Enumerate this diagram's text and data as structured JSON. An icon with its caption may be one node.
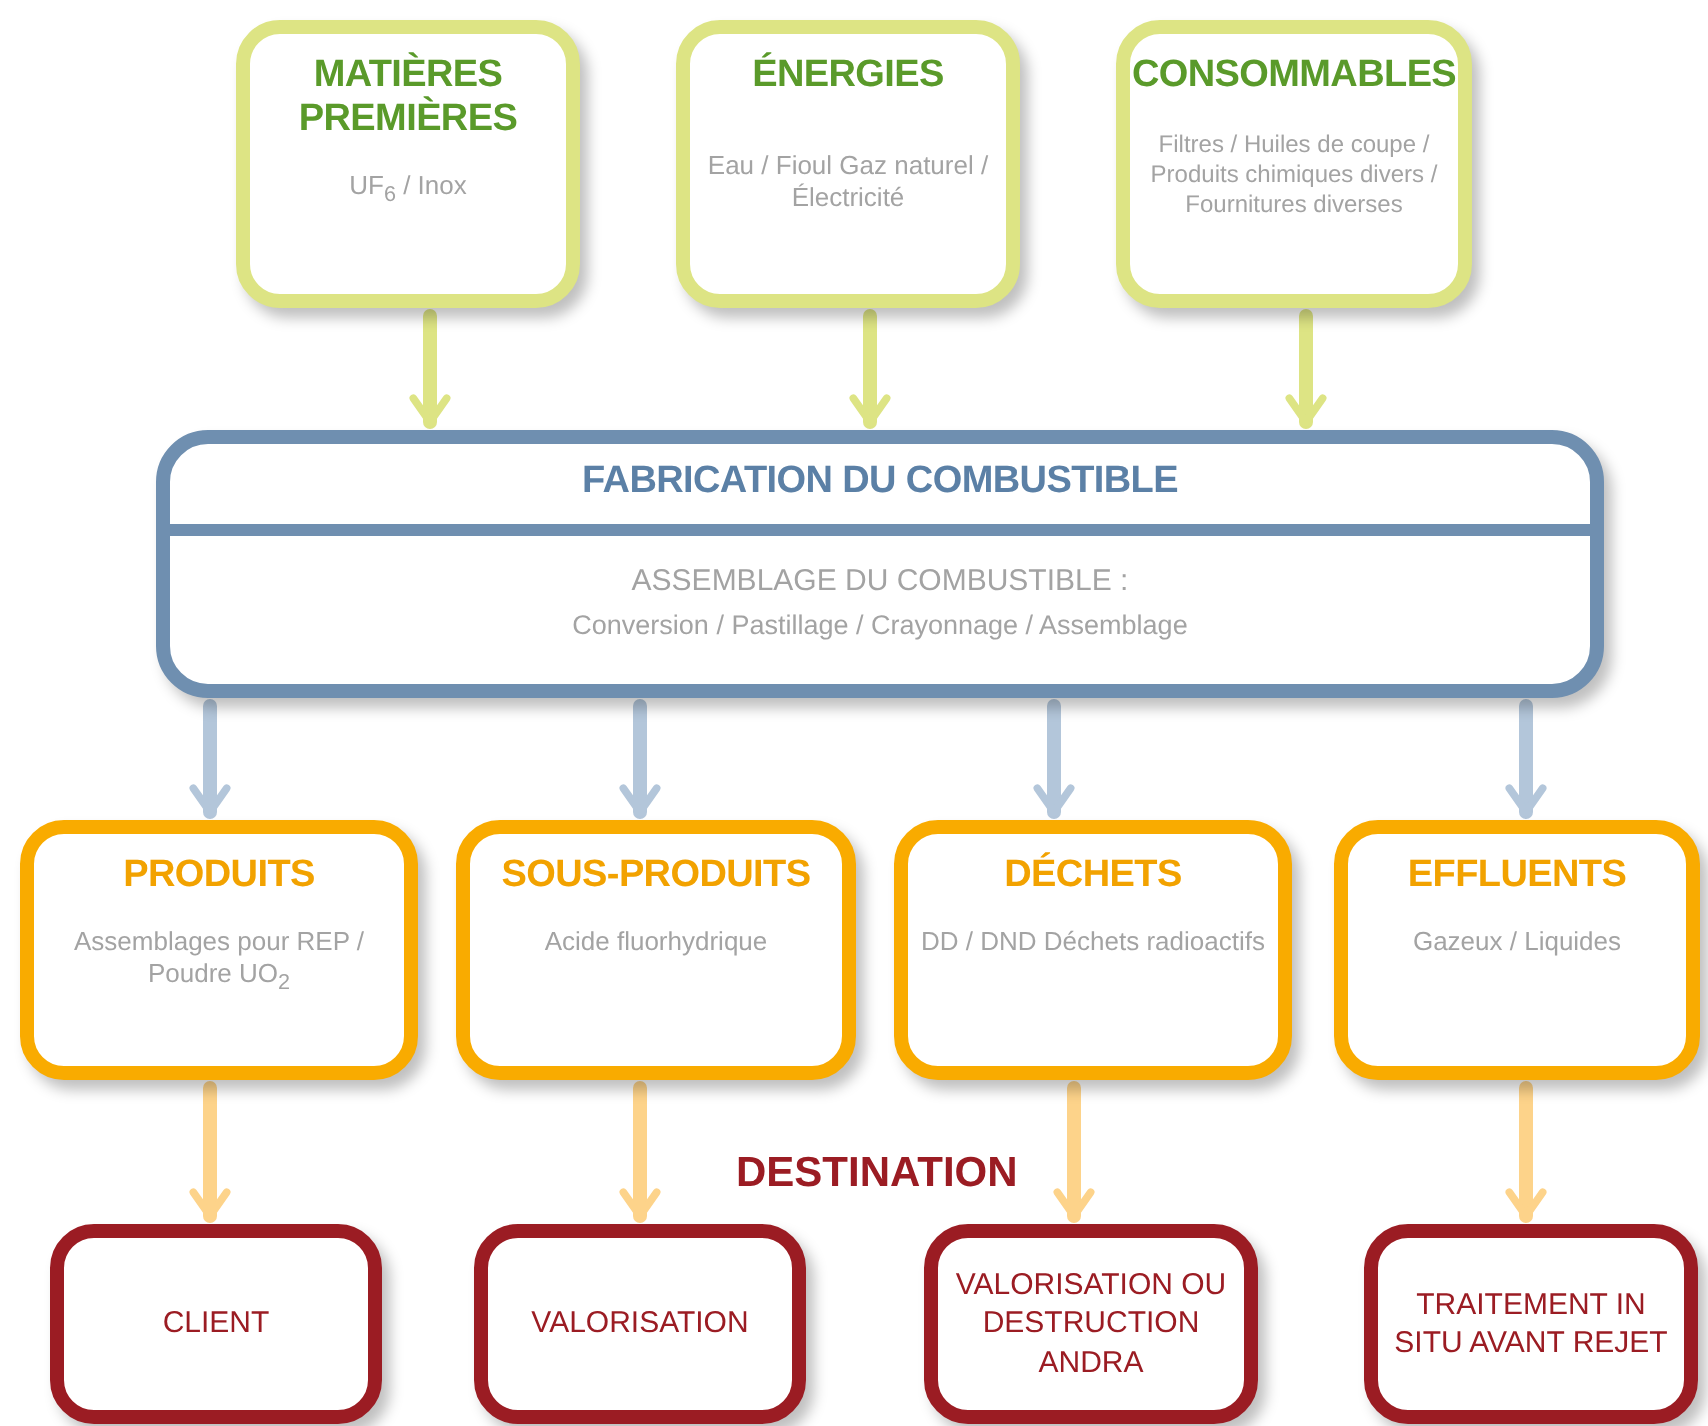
{
  "diagram": {
    "nodes": [
      {
        "text": [
          "MATIÈRES PREMIÈRES",
          "UF$_{6}$ / Inox"
        ]
      },
      {
        "text": [
          "ÉNERGIES",
          "Eau / Fioul Gaz naturel / Électricité"
        ]
      },
      {
        "text": [
          "CONSOMMABLES",
          "Filtres / Huiles de coupe / Produits chimiques divers / Fournitures diverses"
        ]
      },
      {
        "text": [
          "FABRICATION DU COMBUSTIBLE",
          "ASSEMBLAGE DU COMBUSTIBLE :",
          "Conversion / Pastillage / Crayonnage / Assemblage"
        ]
      },
      {
        "text": [
          "PRODUITS",
          "Assemblages pour REP / Poudre UO$_{2}$"
        ]
      },
      {
        "text": [
          "SOUS-PRODUITS",
          "Acide fluorhydrique"
        ]
      },
      {
        "text": [
          "DÉCHETS",
          "DD / DND Déchets radioactifs"
        ]
      },
      {
        "text": [
          "EFFLUENTS",
          "Gazeux / Liquides"
        ]
      },
      {
        "text": [
          "CLIENT"
        ]
      },
      {
        "text": [
          "VALORISATION"
        ]
      },
      {
        "text": [
          "VALORISATION OU DESTRUCTION ANDRA"
        ]
      },
      {
        "text": [
          "TRAITEMENT IN SITU AVANT REJET"
        ]
      }
    ],
    "edges": [
      {
        "from": 0,
        "to": 3,
        "arrow": "to",
        "color": "#dde484"
      },
      {
        "from": 1,
        "to": 3,
        "arrow": "to",
        "color": "#dde484"
      },
      {
        "from": 2,
        "to": 3,
        "arrow": "to",
        "color": "#dde484"
      },
      {
        "from": 3,
        "to": 4,
        "arrow": "to",
        "color": "#b3c6da"
      },
      {
        "from": 3,
        "to": 5,
        "arrow": "to",
        "color": "#b3c6da"
      },
      {
        "from": 3,
        "to": 6,
        "arrow": "to",
        "color": "#b3c6da"
      },
      {
        "from": 3,
        "to": 7,
        "arrow": "to",
        "color": "#b3c6da"
      },
      {
        "from": 4,
        "to": 8,
        "arrow": "to",
        "color": "#fdd38a"
      },
      {
        "from": 5,
        "to": 9,
        "arrow": "to",
        "color": "#fdd38a"
      },
      {
        "from": 6,
        "to": 10,
        "arrow": "to",
        "color": "#fdd38a"
      },
      {
        "from": 7,
        "to": 11,
        "arrow": "to",
        "color": "#fdd38a"
      }
    ],
    "labels": [
      "DESTINATION"
    ]
  }
}
